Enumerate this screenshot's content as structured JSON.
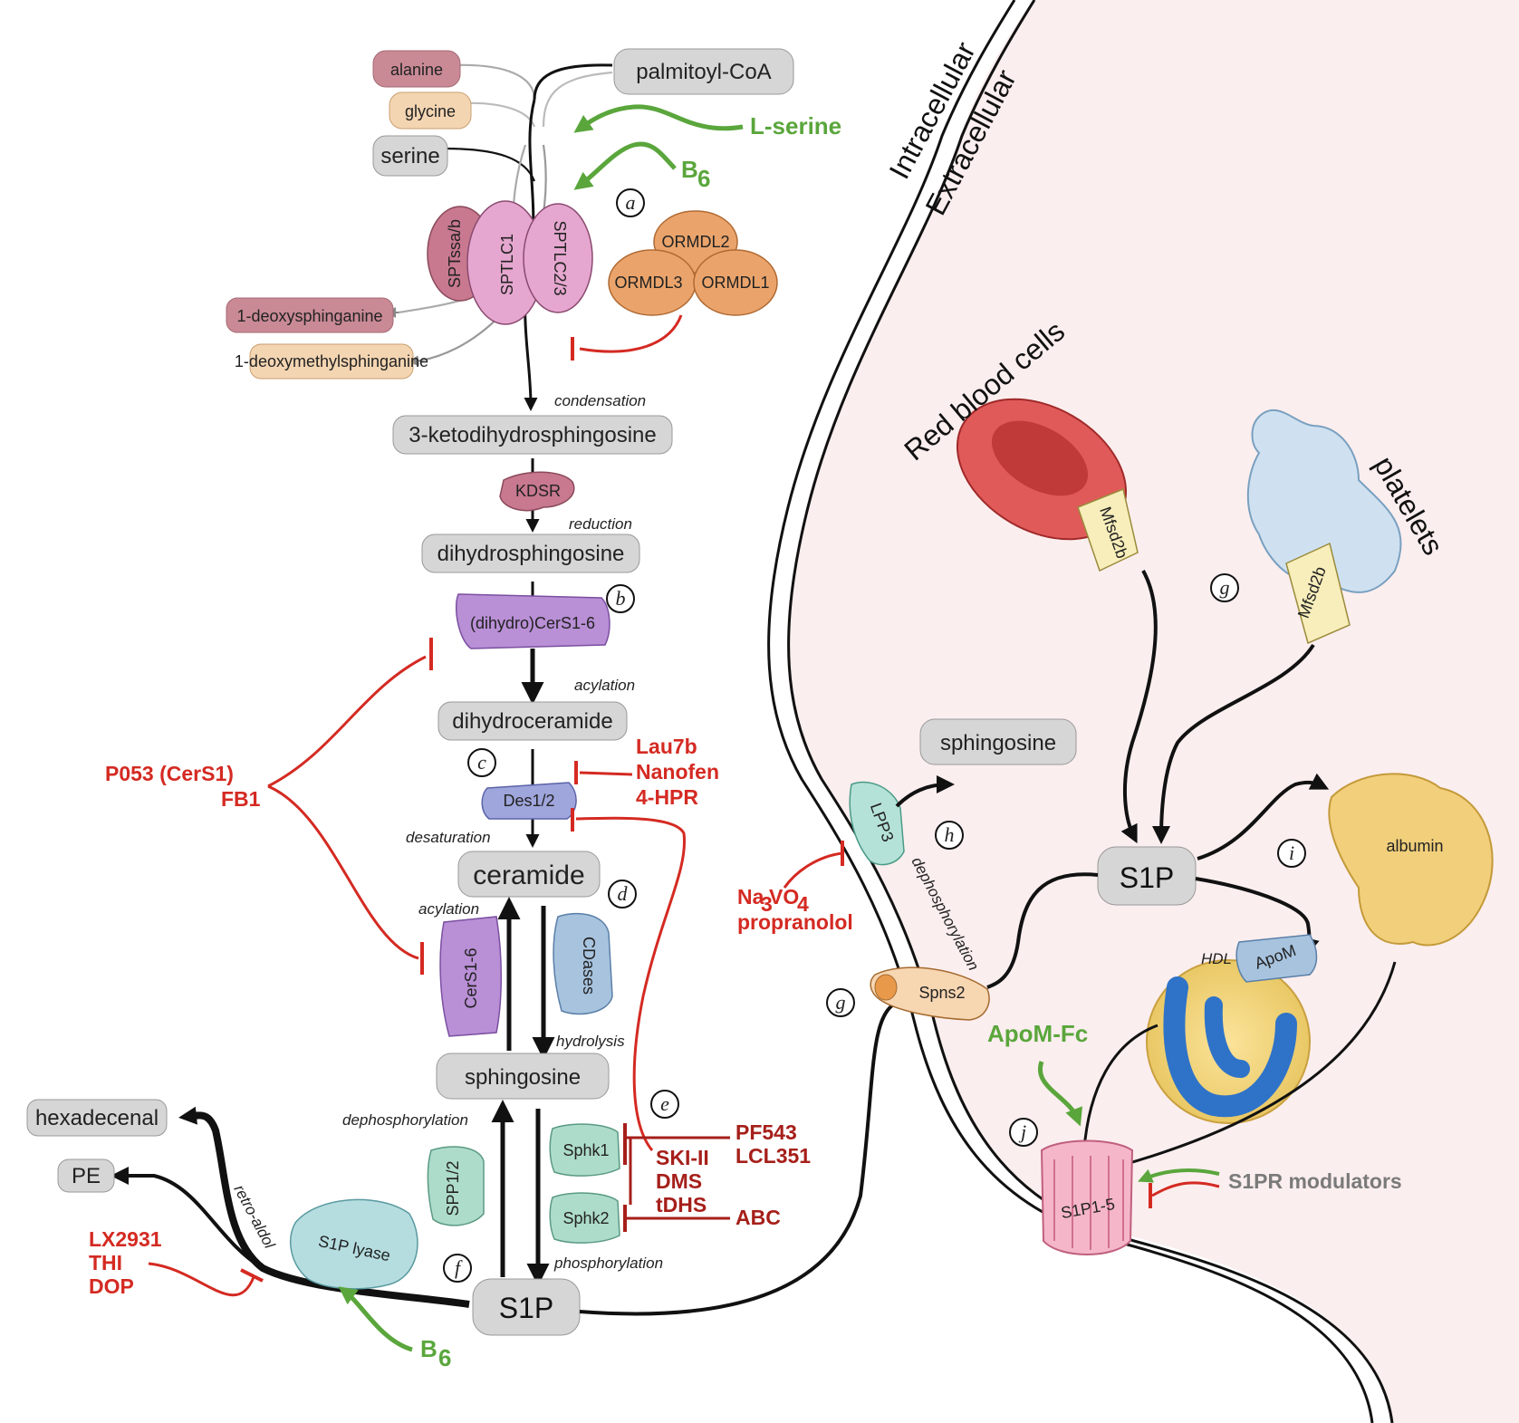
{
  "membrane": {
    "intracellular": "Intracellular",
    "extracellular": "Extracellular"
  },
  "substrates": {
    "palmitoyl": "palmitoyl-CoA",
    "alanine": "alanine",
    "glycine": "glycine",
    "serine": "serine"
  },
  "cofactors": {
    "lserine": "L-serine",
    "b6_top": "B",
    "b6_bottom": "B",
    "sub6": "6"
  },
  "labels": {
    "a": "a",
    "b": "b",
    "c": "c",
    "d": "d",
    "e": "e",
    "f": "f",
    "g1": "g",
    "g2": "g",
    "h": "h",
    "i": "i",
    "j": "j"
  },
  "enzymes": {
    "sptssa": "SPTssa/b",
    "sptlc1": "SPTLC1",
    "sptlc23": "SPTLC2/3",
    "ormdl1": "ORMDL1",
    "ormdl2": "ORMDL2",
    "ormdl3": "ORMDL3",
    "kdsr": "KDSR",
    "cers_top": "(dihydro)CerS1-6",
    "des": "Des1/2",
    "cers_low": "CerS1-6",
    "cdases": "CDases",
    "spp": "SPP1/2",
    "sphk1": "Sphk1",
    "sphk2": "Sphk2",
    "lyase": "S1P lyase",
    "lpp3": "LPP3",
    "spns2": "Spns2",
    "mfsd2b_rbc": "Mfsd2b",
    "mfsd2b_plt": "Mfsd2b",
    "apom": "ApoM",
    "hdl": "HDL",
    "receptor": "S1P1-5"
  },
  "metabolites": {
    "deoxy1": "1-deoxysphinganine",
    "deoxy2": "1-deoxymethylsphinganine",
    "keto": "3-ketodihydrosphingosine",
    "dihydrosph": "dihydrosphingosine",
    "dihydrocer": "dihydroceramide",
    "ceramide": "ceramide",
    "sphingosine": "sphingosine",
    "s1p": "S1P",
    "hexadecenal": "hexadecenal",
    "pe": "PE",
    "sph_ext": "sphingosine",
    "s1p_ext": "S1P",
    "albumin": "albumin"
  },
  "reactions": {
    "condensation": "condensation",
    "reduction": "reduction",
    "acylation1": "acylation",
    "desaturation": "desaturation",
    "acylation2": "acylation",
    "hydrolysis": "hydrolysis",
    "dephos1": "dephosphorylation",
    "phosphorylation": "phosphorylation",
    "retro": "retro-aldol",
    "dephos2": "dephosphorylation"
  },
  "inhibitors": {
    "p053": "P053 (CerS1)",
    "fb1": "FB1",
    "lau7b": "Lau7b",
    "nanofen": "Nanofen",
    "hpr": "4-HPR",
    "pf543": "PF543",
    "lcl351": "LCL351",
    "ski": "SKI-II",
    "dms": "DMS",
    "tdhs": "tDHS",
    "abc": "ABC",
    "lx": "LX2931",
    "thi": "THI",
    "dop": "DOP",
    "na3vo4": "Na",
    "na_sub3": "3",
    "na_vo": "VO",
    "na_sub4": "4",
    "propranolol": "propranolol"
  },
  "extracellular": {
    "rbc": "Red blood cells",
    "platelets": "platelets",
    "apomfc": "ApoM-Fc",
    "modulators": "S1PR modulators"
  },
  "colors": {
    "inhibit": "#d42a22",
    "activate": "#5aa63c",
    "bg_extra": "#fbeeee"
  }
}
